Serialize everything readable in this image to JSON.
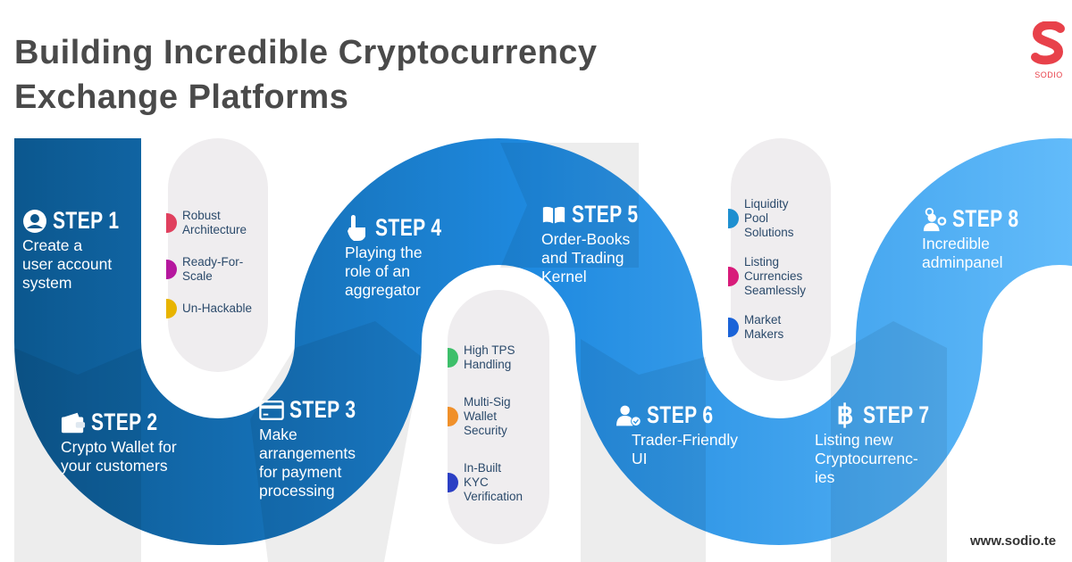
{
  "title": {
    "line1": "Building Incredible Cryptocurrency",
    "line2": "Exchange Platforms"
  },
  "brand": {
    "name": "SODIO",
    "url": "www.sodio.te",
    "color": "#e8414a"
  },
  "colors": {
    "ribbon_start": "#0b568c",
    "ribbon_mid": "#1f8ae0",
    "ribbon_end": "#62bbfa",
    "pill": "#efedef"
  },
  "steps": [
    {
      "label": "STEP 1",
      "desc": "Create a\nuser account\nsystem",
      "icon": "user-circle-icon"
    },
    {
      "label": "STEP 2",
      "desc": "Crypto Wallet for\n      your customers",
      "icon": "wallet-icon"
    },
    {
      "label": "STEP 3",
      "desc": "Make\narrangements\nfor payment\nprocessing",
      "icon": "credit-card-icon"
    },
    {
      "label": "STEP 4",
      "desc": "Playing the\nrole of an\naggregator",
      "icon": "pointing-hand-icon"
    },
    {
      "label": "STEP 5",
      "desc": "Order-Books\nand Trading\n    Kernel",
      "icon": "open-book-icon"
    },
    {
      "label": "STEP 6",
      "desc": "Trader-Friendly\nUI",
      "icon": "verified-user-icon"
    },
    {
      "label": "STEP 7",
      "desc": "Listing new\nCryptocurrenc-\nies",
      "icon": "bitcoin-icon"
    },
    {
      "label": "STEP 8",
      "desc": "Incredible\nadminpanel",
      "icon": "admin-gears-icon"
    }
  ],
  "features": [
    [
      {
        "text": "Robust\nArchitecture",
        "color": "#e0405e"
      },
      {
        "text": "Ready-For-\nScale",
        "color": "#b5179e"
      },
      {
        "text": "Un-Hackable",
        "color": "#e8b400"
      }
    ],
    [
      {
        "text": "High TPS\nHandling",
        "color": "#3dbf6a"
      },
      {
        "text": "Multi-Sig\nWallet\nSecurity",
        "color": "#f0902a"
      },
      {
        "text": "In-Built\nKYC\nVerification",
        "color": "#2b3fc4"
      }
    ],
    [
      {
        "text": "Liquidity\nPool\nSolutions",
        "color": "#1e8fd0"
      },
      {
        "text": "Listing\nCurrencies\nSeamlessly",
        "color": "#d81b7a"
      },
      {
        "text": "Market\nMakers",
        "color": "#1a63d8"
      }
    ]
  ]
}
